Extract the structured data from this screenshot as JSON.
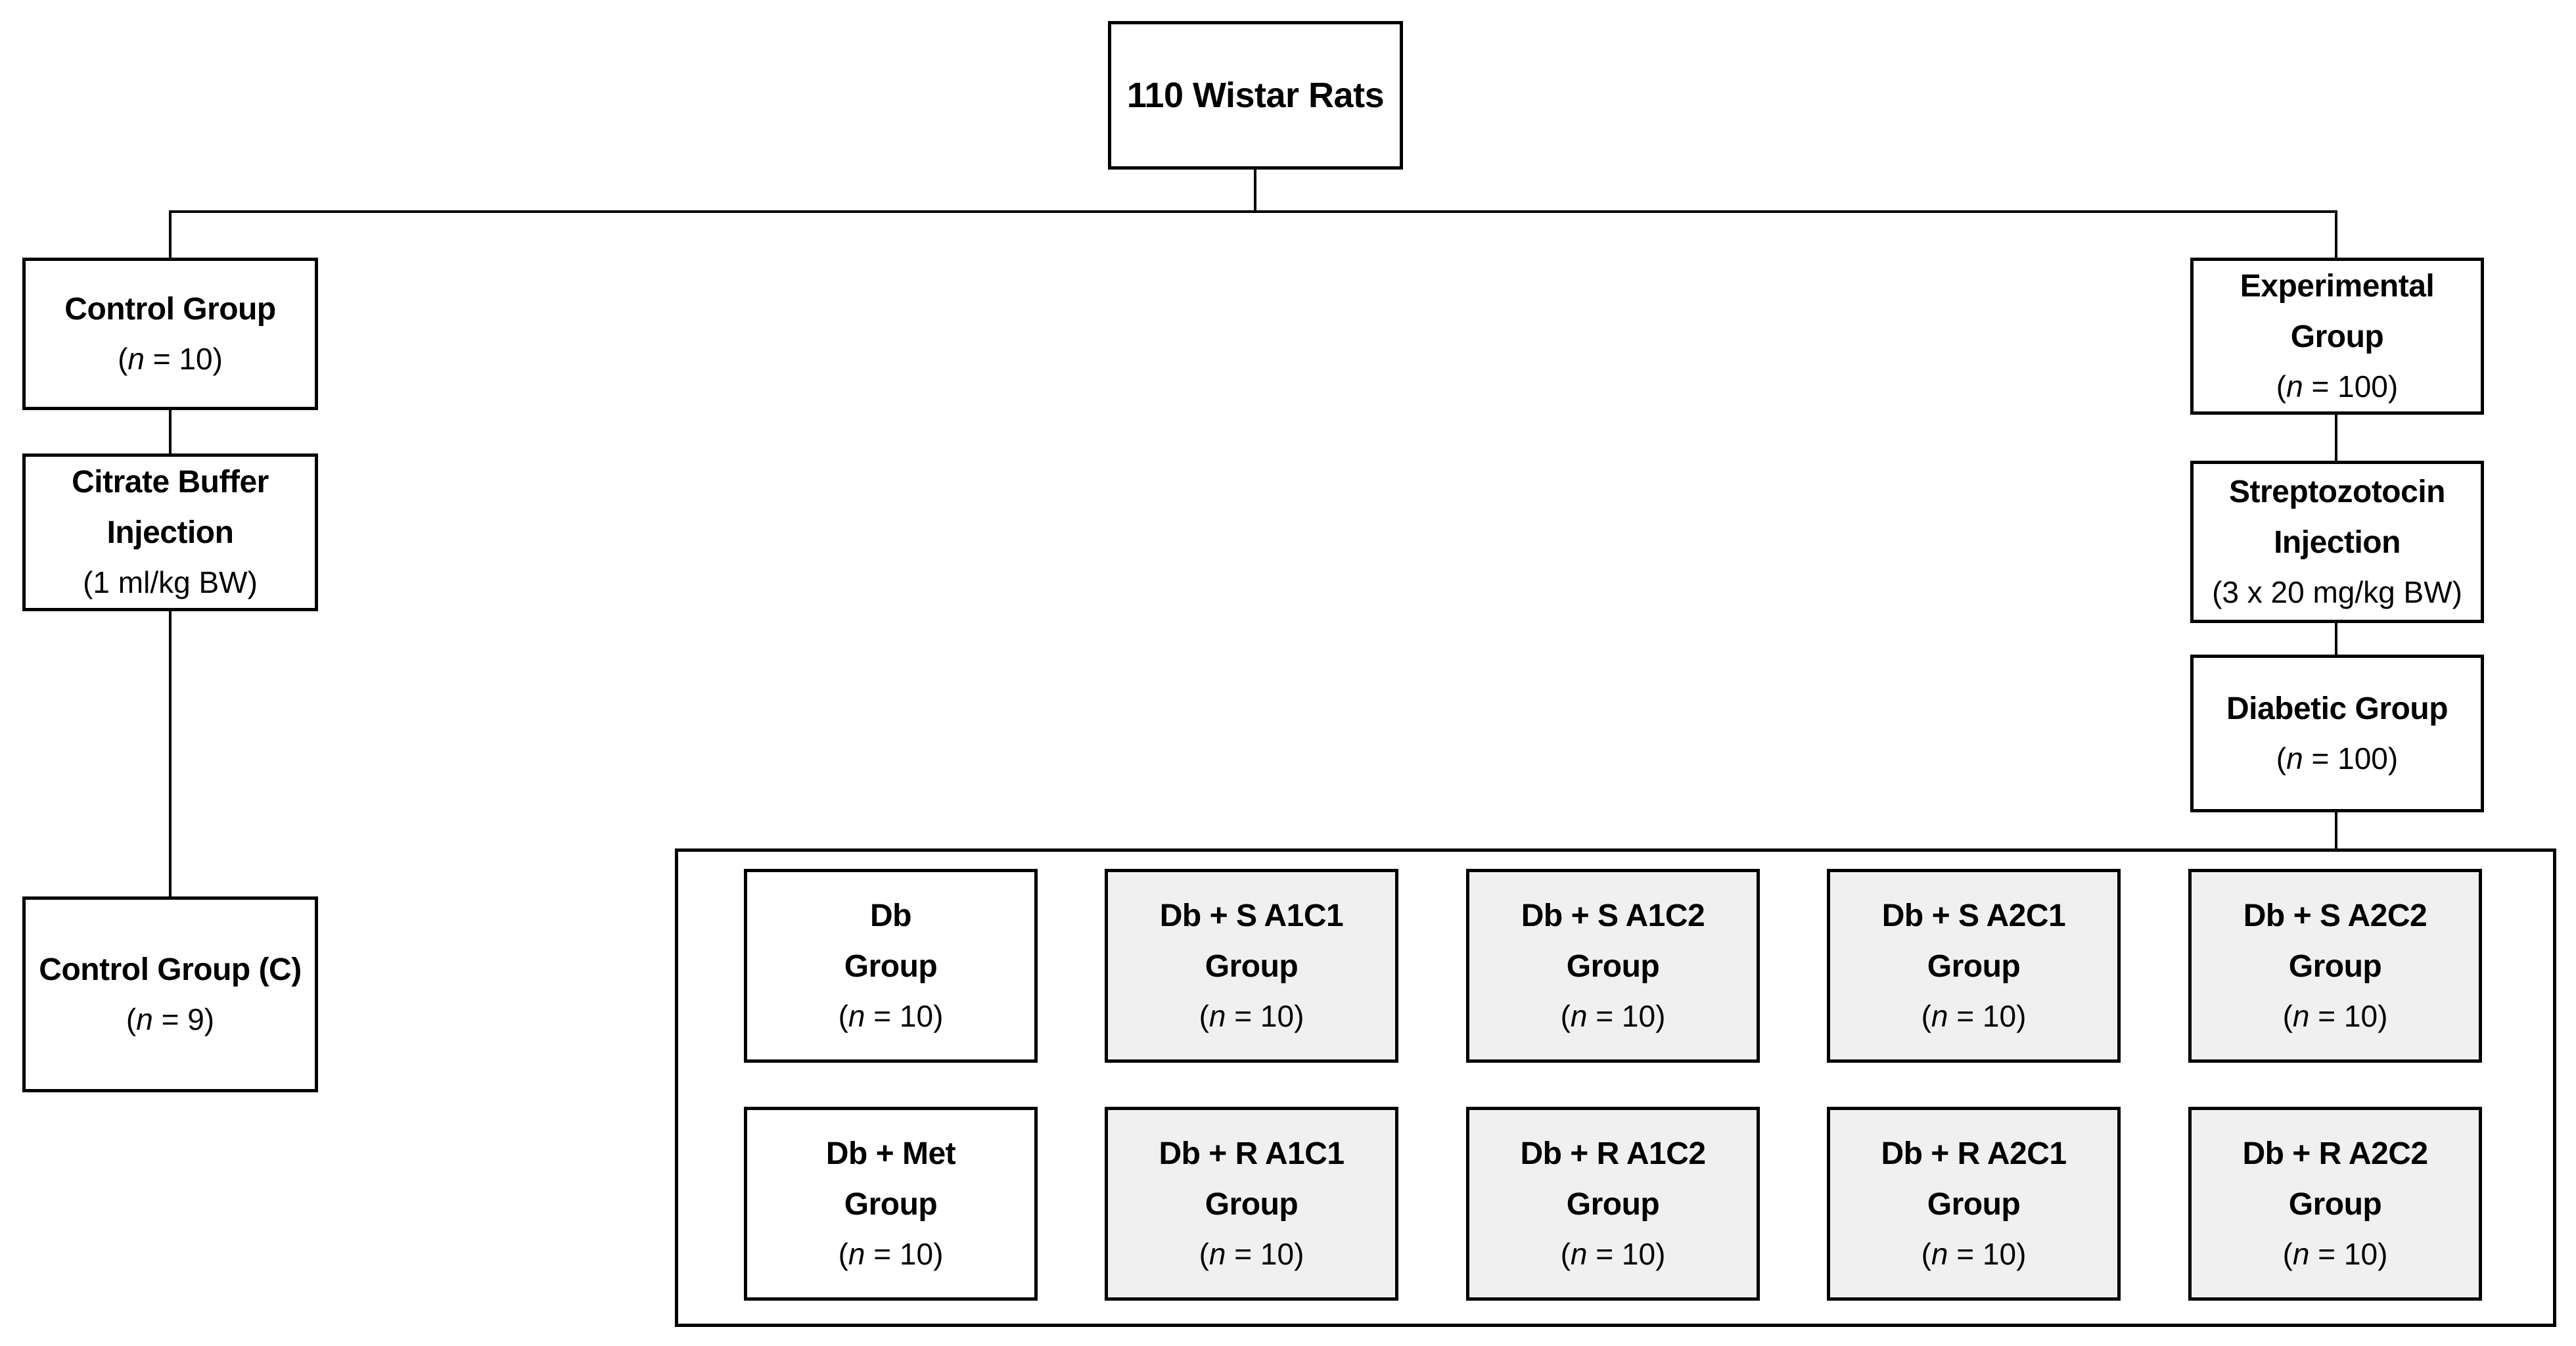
{
  "colors": {
    "border": "#000000",
    "connector": "#000000",
    "plain_box_bg": "#ffffff",
    "shaded_box_bg": "#f0f0f0",
    "canvas_bg": "#ffffff",
    "text": "#000000"
  },
  "root": {
    "title": "110 Wistar Rats"
  },
  "left_branch": {
    "control": {
      "title": "Control Group",
      "n": [
        "(",
        "n",
        " = 10)"
      ]
    },
    "citrate": {
      "title1": "Citrate Buffer",
      "title2": "Injection",
      "note": "(1 ml/kg BW)"
    },
    "control_c": {
      "title": "Control Group (C)",
      "n": [
        "(",
        "n",
        " = 9)"
      ]
    }
  },
  "right_branch": {
    "experimental": {
      "title1": "Experimental",
      "title2": "Group",
      "n": [
        "(",
        "n",
        " = 100)"
      ]
    },
    "streptozotocin": {
      "title1": "Streptozotocin",
      "title2": "Injection",
      "note": "(3 x 20 mg/kg BW)"
    },
    "diabetic": {
      "title": "Diabetic Group",
      "n": [
        "(",
        "n",
        " = 100)"
      ]
    }
  },
  "subgroup_panel": {
    "row1": [
      {
        "name": "Db",
        "word": "Group",
        "n": [
          "(",
          "n",
          " = 10)"
        ],
        "shaded": false
      },
      {
        "name": "Db + S A1C1",
        "word": "Group",
        "n": [
          "(",
          "n",
          " = 10)"
        ],
        "shaded": true
      },
      {
        "name": "Db + S A1C2",
        "word": "Group",
        "n": [
          "(",
          "n",
          " = 10)"
        ],
        "shaded": true
      },
      {
        "name": "Db + S A2C1",
        "word": "Group",
        "n": [
          "(",
          "n",
          " = 10)"
        ],
        "shaded": true
      },
      {
        "name": "Db + S A2C2",
        "word": "Group",
        "n": [
          "(",
          "n",
          " = 10)"
        ],
        "shaded": true
      }
    ],
    "row2": [
      {
        "name": "Db + Met",
        "word": "Group",
        "n": [
          "(",
          "n",
          " = 10)"
        ],
        "shaded": false
      },
      {
        "name": "Db + R A1C1",
        "word": "Group",
        "n": [
          "(",
          "n",
          " = 10)"
        ],
        "shaded": true
      },
      {
        "name": "Db + R A1C2",
        "word": "Group",
        "n": [
          "(",
          "n",
          " = 10)"
        ],
        "shaded": true
      },
      {
        "name": "Db + R A2C1",
        "word": "Group",
        "n": [
          "(",
          "n",
          " = 10)"
        ],
        "shaded": true
      },
      {
        "name": "Db + R A2C2",
        "word": "Group",
        "n": [
          "(",
          "n",
          " = 10)"
        ],
        "shaded": true
      }
    ]
  }
}
